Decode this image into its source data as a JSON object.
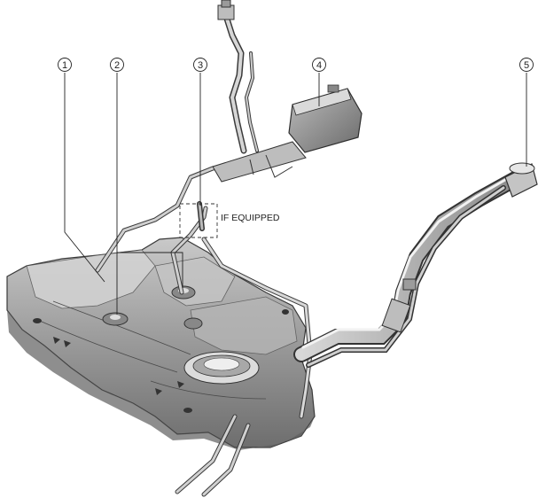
{
  "callouts": [
    {
      "number": "1"
    },
    {
      "number": "2"
    },
    {
      "number": "3"
    },
    {
      "number": "4"
    },
    {
      "number": "5"
    }
  ],
  "note": "IF EQUIPPED"
}
